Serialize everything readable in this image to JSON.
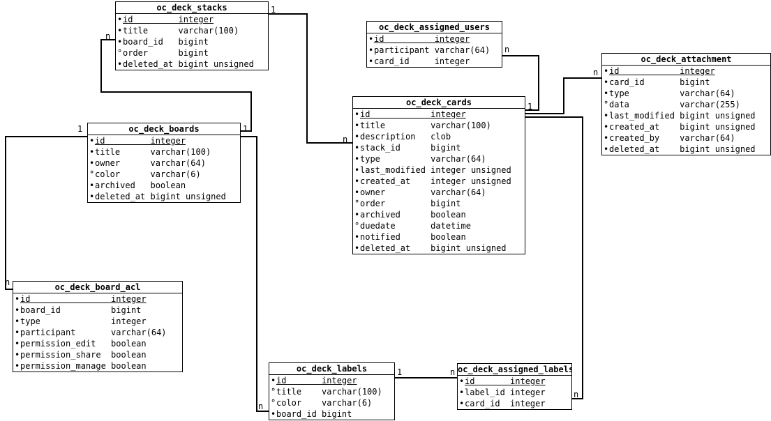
{
  "tables": {
    "stacks": {
      "name": "oc_deck_stacks",
      "columns": [
        {
          "name": "id",
          "type": "integer",
          "pk": true,
          "nullable": false
        },
        {
          "name": "title",
          "type": "varchar(100)",
          "pk": false,
          "nullable": false
        },
        {
          "name": "board_id",
          "type": "bigint",
          "pk": false,
          "nullable": false
        },
        {
          "name": "order",
          "type": "bigint",
          "pk": false,
          "nullable": true
        },
        {
          "name": "deleted_at",
          "type": "bigint unsigned",
          "pk": false,
          "nullable": false
        }
      ]
    },
    "assigned_users": {
      "name": "oc_deck_assigned_users",
      "columns": [
        {
          "name": "id",
          "type": "integer",
          "pk": true,
          "nullable": false
        },
        {
          "name": "participant",
          "type": "varchar(64)",
          "pk": false,
          "nullable": false
        },
        {
          "name": "card_id",
          "type": "integer",
          "pk": false,
          "nullable": false
        }
      ]
    },
    "attachment": {
      "name": "oc_deck_attachment",
      "columns": [
        {
          "name": "id",
          "type": "integer",
          "pk": true,
          "nullable": false
        },
        {
          "name": "card_id",
          "type": "bigint",
          "pk": false,
          "nullable": false
        },
        {
          "name": "type",
          "type": "varchar(64)",
          "pk": false,
          "nullable": false
        },
        {
          "name": "data",
          "type": "varchar(255)",
          "pk": false,
          "nullable": true
        },
        {
          "name": "last_modified",
          "type": "bigint unsigned",
          "pk": false,
          "nullable": false
        },
        {
          "name": "created_at",
          "type": "bigint unsigned",
          "pk": false,
          "nullable": false
        },
        {
          "name": "created_by",
          "type": "varchar(64)",
          "pk": false,
          "nullable": false
        },
        {
          "name": "deleted_at",
          "type": "bigint unsigned",
          "pk": false,
          "nullable": false
        }
      ]
    },
    "cards": {
      "name": "oc_deck_cards",
      "columns": [
        {
          "name": "id",
          "type": "integer",
          "pk": true,
          "nullable": false
        },
        {
          "name": "title",
          "type": "varchar(100)",
          "pk": false,
          "nullable": false
        },
        {
          "name": "description",
          "type": "clob",
          "pk": false,
          "nullable": false
        },
        {
          "name": "stack_id",
          "type": "bigint",
          "pk": false,
          "nullable": false
        },
        {
          "name": "type",
          "type": "varchar(64)",
          "pk": false,
          "nullable": false
        },
        {
          "name": "last_modified",
          "type": "integer unsigned",
          "pk": false,
          "nullable": false
        },
        {
          "name": "created_at",
          "type": "integer unsigned",
          "pk": false,
          "nullable": false
        },
        {
          "name": "owner",
          "type": "varchar(64)",
          "pk": false,
          "nullable": false
        },
        {
          "name": "order",
          "type": "bigint",
          "pk": false,
          "nullable": true
        },
        {
          "name": "archived",
          "type": "boolean",
          "pk": false,
          "nullable": false
        },
        {
          "name": "duedate",
          "type": "datetime",
          "pk": false,
          "nullable": true
        },
        {
          "name": "notified",
          "type": "boolean",
          "pk": false,
          "nullable": false
        },
        {
          "name": "deleted_at",
          "type": "bigint unsigned",
          "pk": false,
          "nullable": false
        }
      ]
    },
    "boards": {
      "name": "oc_deck_boards",
      "columns": [
        {
          "name": "id",
          "type": "integer",
          "pk": true,
          "nullable": false
        },
        {
          "name": "title",
          "type": "varchar(100)",
          "pk": false,
          "nullable": false
        },
        {
          "name": "owner",
          "type": "varchar(64)",
          "pk": false,
          "nullable": false
        },
        {
          "name": "color",
          "type": "varchar(6)",
          "pk": false,
          "nullable": true
        },
        {
          "name": "archived",
          "type": "boolean",
          "pk": false,
          "nullable": false
        },
        {
          "name": "deleted_at",
          "type": "bigint unsigned",
          "pk": false,
          "nullable": false
        }
      ]
    },
    "board_acl": {
      "name": "oc_deck_board_acl",
      "columns": [
        {
          "name": "id",
          "type": "integer",
          "pk": true,
          "nullable": false
        },
        {
          "name": "board_id",
          "type": "bigint",
          "pk": false,
          "nullable": false
        },
        {
          "name": "type",
          "type": "integer",
          "pk": false,
          "nullable": false
        },
        {
          "name": "participant",
          "type": "varchar(64)",
          "pk": false,
          "nullable": false
        },
        {
          "name": "permission_edit",
          "type": "boolean",
          "pk": false,
          "nullable": false
        },
        {
          "name": "permission_share",
          "type": "boolean",
          "pk": false,
          "nullable": false
        },
        {
          "name": "permission_manage",
          "type": "boolean",
          "pk": false,
          "nullable": false
        }
      ]
    },
    "labels": {
      "name": "oc_deck_labels",
      "columns": [
        {
          "name": "id",
          "type": "integer",
          "pk": true,
          "nullable": false
        },
        {
          "name": "title",
          "type": "varchar(100)",
          "pk": false,
          "nullable": true
        },
        {
          "name": "color",
          "type": "varchar(6)",
          "pk": false,
          "nullable": true
        },
        {
          "name": "board_id",
          "type": "bigint",
          "pk": false,
          "nullable": false
        }
      ]
    },
    "assigned_labels": {
      "name": "oc_deck_assigned_labels",
      "columns": [
        {
          "name": "id",
          "type": "integer",
          "pk": true,
          "nullable": false
        },
        {
          "name": "label_id",
          "type": "integer",
          "pk": false,
          "nullable": false
        },
        {
          "name": "card_id",
          "type": "integer",
          "pk": false,
          "nullable": false
        }
      ]
    }
  },
  "relationships": [
    {
      "from": "oc_deck_stacks",
      "to": "oc_deck_cards",
      "from_card": "1",
      "to_card": "n"
    },
    {
      "from": "oc_deck_boards",
      "to": "oc_deck_stacks",
      "from_card": "1",
      "to_card": "n"
    },
    {
      "from": "oc_deck_boards",
      "to": "oc_deck_board_acl",
      "from_card": "1",
      "to_card": "n"
    },
    {
      "from": "oc_deck_boards",
      "to": "oc_deck_labels",
      "from_card": "1",
      "to_card": "n"
    },
    {
      "from": "oc_deck_cards",
      "to": "oc_deck_assigned_users",
      "from_card": "1",
      "to_card": "n"
    },
    {
      "from": "oc_deck_cards",
      "to": "oc_deck_attachment",
      "from_card": "1",
      "to_card": "n"
    },
    {
      "from": "oc_deck_cards",
      "to": "oc_deck_assigned_labels",
      "from_card": "1",
      "to_card": "n"
    },
    {
      "from": "oc_deck_labels",
      "to": "oc_deck_assigned_labels",
      "from_card": "1",
      "to_card": "n"
    }
  ],
  "colors": {
    "line": "#000000",
    "table_border": "#000000",
    "background": "#ffffff",
    "text": "#000000"
  }
}
